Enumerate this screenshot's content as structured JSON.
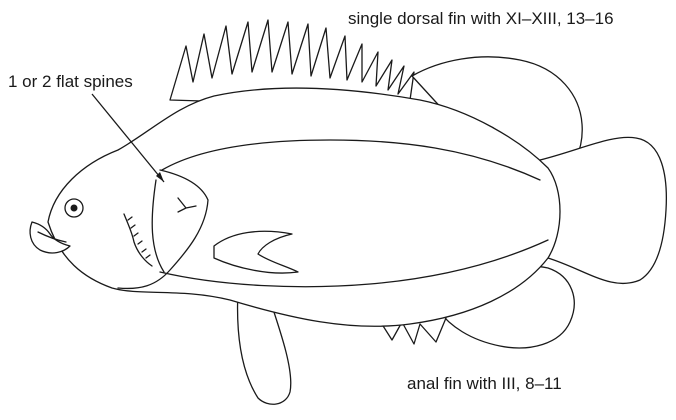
{
  "labels": {
    "dorsal": "single dorsal fin with XI–XIII, 13–16",
    "spines": "1 or 2 flat spines",
    "anal": "anal fin with III, 8–11"
  }
}
